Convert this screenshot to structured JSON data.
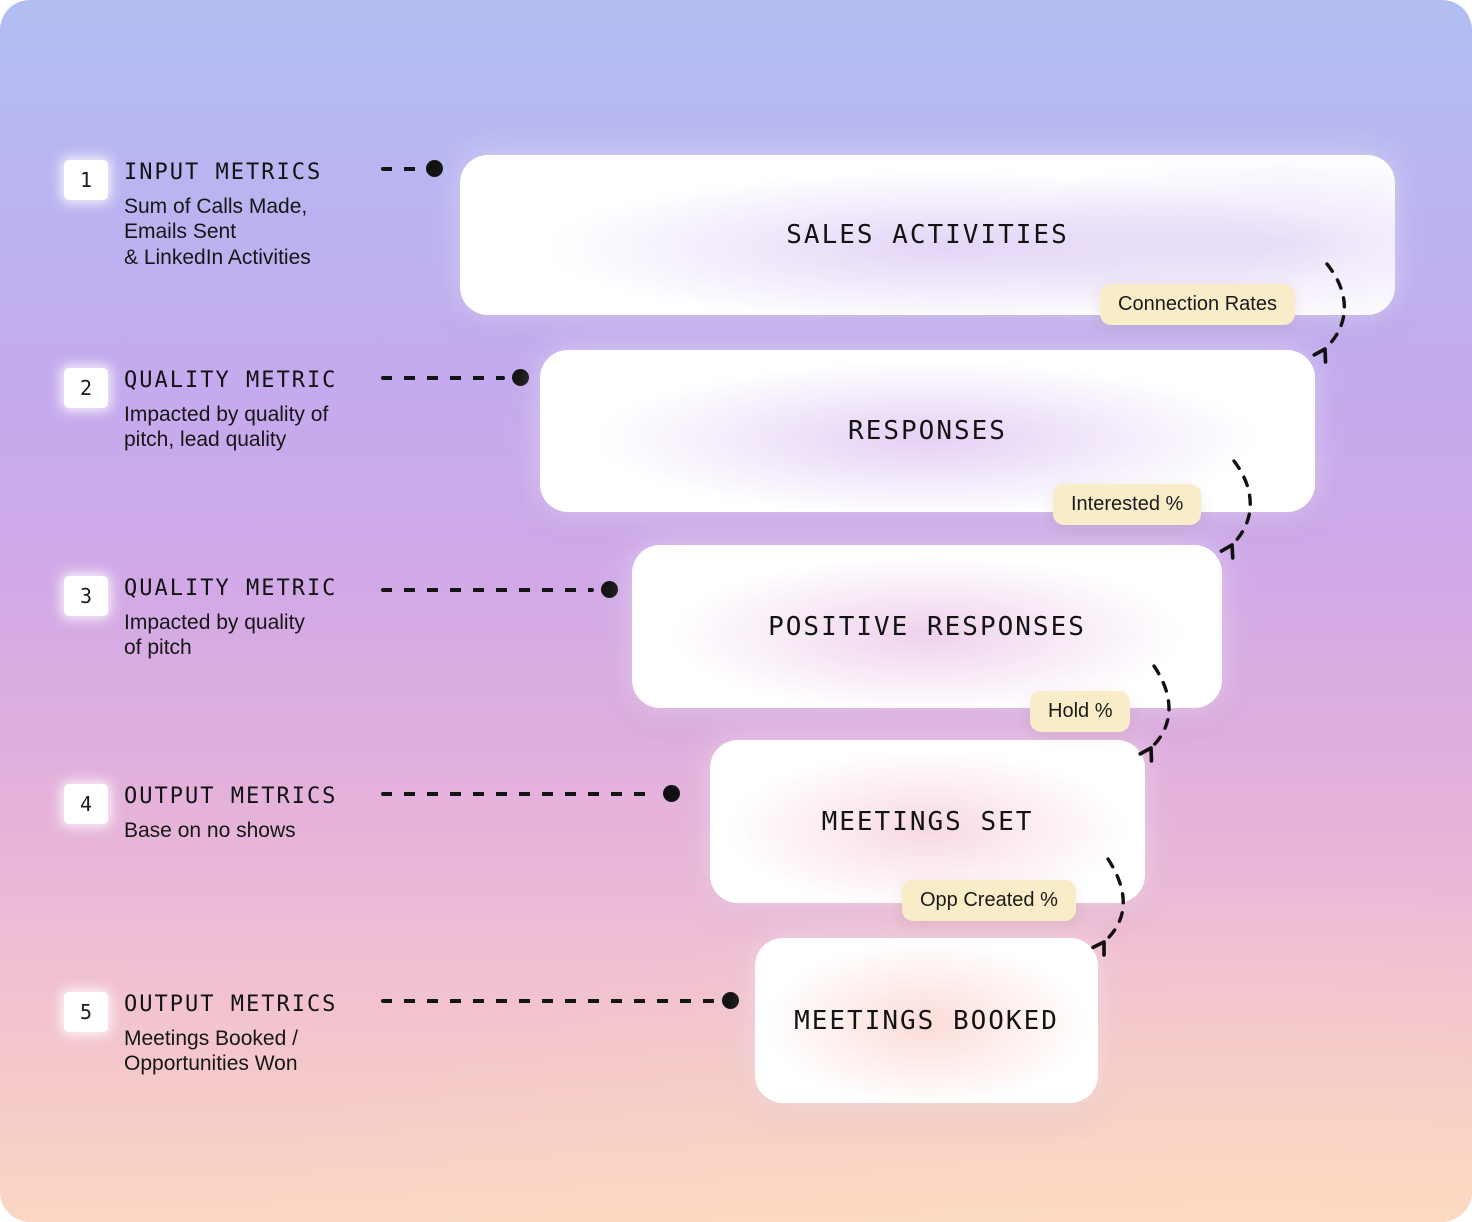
{
  "diagram": {
    "title_semantics": "Sales funnel metrics diagram",
    "steps": [
      {
        "number": "1",
        "title": "INPUT METRICS",
        "description": "Sum of Calls Made,\nEmails Sent\n& LinkedIn Activities"
      },
      {
        "number": "2",
        "title": "QUALITY METRIC",
        "description": "Impacted by quality of\npitch, lead quality"
      },
      {
        "number": "3",
        "title": "QUALITY METRIC",
        "description": "Impacted by quality\nof pitch"
      },
      {
        "number": "4",
        "title": "OUTPUT METRICS",
        "description": "Base on no shows"
      },
      {
        "number": "5",
        "title": "OUTPUT METRICS",
        "description": "Meetings Booked /\nOpportunities Won"
      }
    ],
    "funnel_stages": [
      {
        "label": "SALES ACTIVITIES"
      },
      {
        "label": "RESPONSES"
      },
      {
        "label": "POSITIVE RESPONSES"
      },
      {
        "label": "MEETINGS SET"
      },
      {
        "label": "MEETINGS BOOKED"
      }
    ],
    "conversion_badges": [
      {
        "label": "Connection Rates"
      },
      {
        "label": "Interested %"
      },
      {
        "label": "Hold %"
      },
      {
        "label": "Opp Created %"
      }
    ],
    "colors": {
      "badge_bg": "#f9ecc8",
      "ink": "#141414",
      "bg_top": "#b2bef2",
      "bg_purple": "#c4aaee",
      "bg_pink": "#eebcd5",
      "bg_bottom": "#fbd7c3",
      "box_bg": "#ffffff"
    }
  }
}
